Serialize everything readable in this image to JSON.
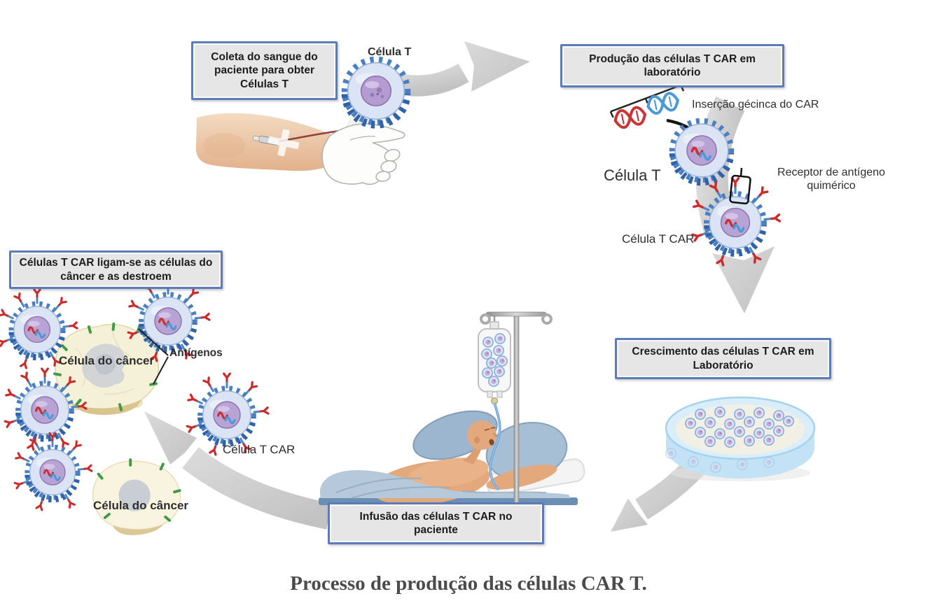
{
  "figure": {
    "caption": "Processo de produção das células CAR T."
  },
  "steps": {
    "coleta": "Coleta do sangue do paciente para obter Células T",
    "producao": "Produção das células T CAR em laboratório",
    "crescimento": "Crescimento das células T CAR em Laboratório",
    "infusao": "Infusão das células T CAR no paciente",
    "destruicao": "Células T CAR ligam-se as células do câncer e as destroem"
  },
  "labels": {
    "celula_t_top": "Célula T",
    "celula_t_right": "Célula T",
    "insercao_genica": "Inserção gécinca do CAR",
    "receptor_quimerico": "Receptor de antígeno quimérico",
    "celula_t_car_right": "Célula T CAR",
    "celula_t_car_left": "Célula T CAR",
    "celula_cancer_top": "Célula do câncer",
    "celula_cancer_bottom": "Célula do câncer",
    "antigenos": "Antígenos"
  },
  "illustrations": [
    "arm-blood-draw-illustration",
    "t-cell-illustration",
    "dna-gene-insert-illustration",
    "car-t-cell-illustration",
    "petri-dish-illustration",
    "patient-bed-iv-illustration",
    "cancer-cell-illustration",
    "flow-arrows"
  ],
  "colors": {
    "box_border": "#5c7cb8",
    "box_fill": "#e6e6e6",
    "arrow_gray": "#c9c9c9",
    "cell_body": "#dbe4f4",
    "cell_fringe": "#4a7fc1",
    "nucleus_purple": "#b49bd0",
    "receptor_red": "#cc2b2b",
    "receptor_stalk": "#4f87c7",
    "antigen_green": "#3f9b46",
    "cancer_cell_cream": "#f6f1d9",
    "dish_blue": "#cfe8f7",
    "skin": "#e8bf9d",
    "blanket_blue": "#b5c9db",
    "dna_red": "#cc3333",
    "dna_blue": "#4a9ad8",
    "caption_color": "#4b4b4b"
  }
}
